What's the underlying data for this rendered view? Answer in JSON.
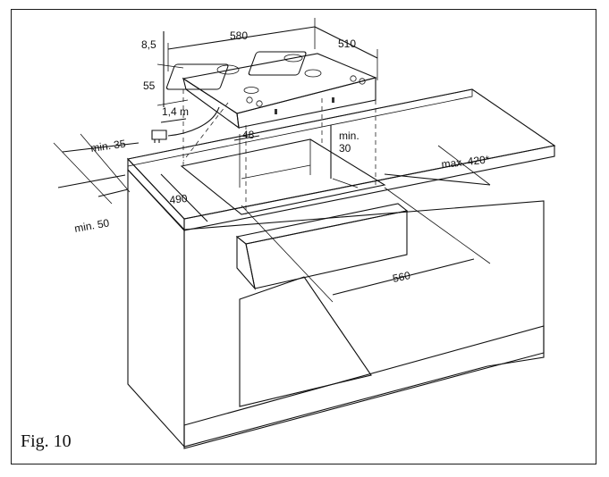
{
  "figure": {
    "caption": "Fig. 10"
  },
  "dimensions": {
    "d_8_5": "8,5",
    "d_580": "580",
    "d_510": "510",
    "d_55": "55",
    "d_1_4m": "1,4 m",
    "d_min35": "min. 35",
    "d_48": "48",
    "d_min30_a": "min.",
    "d_min30_b": "30",
    "d_max420": "max. 420*",
    "d_490": "490",
    "d_min50": "min. 50",
    "d_560": "560"
  },
  "colors": {
    "line": "#111111",
    "cabinet_fill": "#f2f2f2",
    "cabinet_shade": "#d9d9d9",
    "hob_fill": "#bdbdbd"
  }
}
